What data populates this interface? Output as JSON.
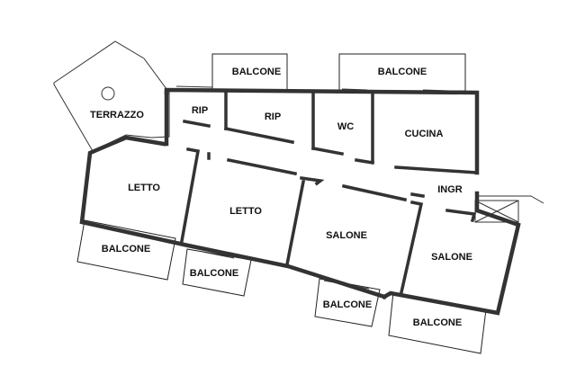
{
  "rooms": {
    "terrazzo": "TERRAZZO",
    "rip_small": "RIP",
    "rip": "RIP",
    "wc": "WC",
    "cucina": "CUCINA",
    "ingr": "INGR",
    "letto_1": "LETTO",
    "letto_2": "LETTO",
    "salone_1": "SALONE",
    "salone_2": "SALONE"
  },
  "balconies": {
    "top_left": "BALCONE",
    "top_right": "BALCONE",
    "bottom_1": "BALCONE",
    "bottom_2": "BALCONE",
    "bottom_3": "BALCONE",
    "bottom_4": "BALCONE"
  }
}
